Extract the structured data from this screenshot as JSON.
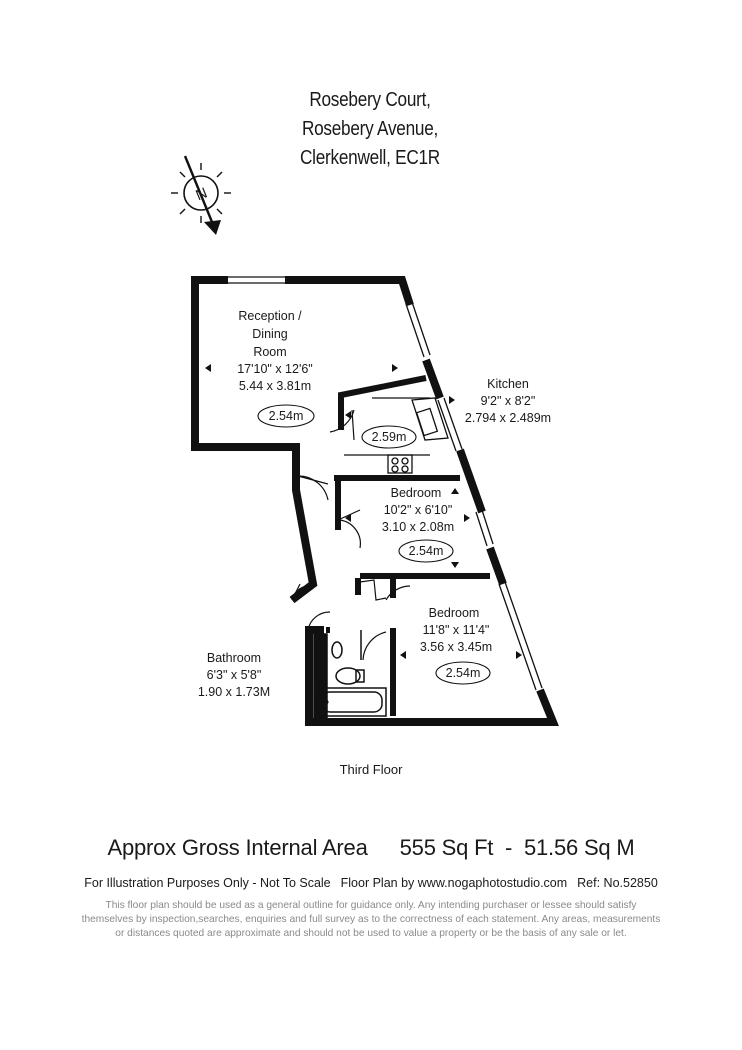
{
  "address": {
    "line1": "Rosebery Court,",
    "line2": "Rosebery Avenue,",
    "line3": "Clerkenwell, EC1R"
  },
  "compass": {
    "label": "N",
    "icon": "north-arrow-icon"
  },
  "rooms": {
    "reception": {
      "name_line1": "Reception /",
      "name_line2": "Dining",
      "name_line3": "Room",
      "imperial": "17'10\" x 12'6\"",
      "metric": "5.44 x 3.81m",
      "ceiling": "2.54m"
    },
    "kitchen": {
      "name": "Kitchen",
      "imperial": "9'2\" x 8'2\"",
      "metric": "2.794 x 2.489m",
      "ceiling": "2.59m"
    },
    "bedroom1": {
      "name": "Bedroom",
      "imperial": "10'2\" x 6'10\"",
      "metric": "3.10 x 2.08m",
      "ceiling": "2.54m"
    },
    "bedroom2": {
      "name": "Bedroom",
      "imperial": "11'8\" x 11'4\"",
      "metric": "3.56 x 3.45m",
      "ceiling": "2.54m"
    },
    "bathroom": {
      "name": "Bathroom",
      "imperial": "6'3\" x 5'8\"",
      "metric": "1.90 x 1.73M"
    }
  },
  "floor_label": "Third Floor",
  "area": {
    "label": "Approx Gross Internal Area",
    "value": "555 Sq Ft  -  51.56 Sq M"
  },
  "disclaimer": {
    "illustration": "For Illustration Purposes Only - Not To Scale",
    "credit": "Floor Plan by www.nogaphotostudio.com",
    "ref": "Ref: No.52850"
  },
  "fineprint": {
    "line1": "This floor plan should be used as a general outline for guidance only. Any intending purchaser or lessee should satisfy",
    "line2": "themselves by inspection,searches, enquiries and full survey as to the correctness of each statement. Any areas, measurements",
    "line3": "or distances quoted are approximate and should not be used to value a property or be the basis of any sale or let."
  },
  "colors": {
    "wall": "#111111",
    "text": "#1a1a1a",
    "fineprint": "#8a8a8a"
  }
}
